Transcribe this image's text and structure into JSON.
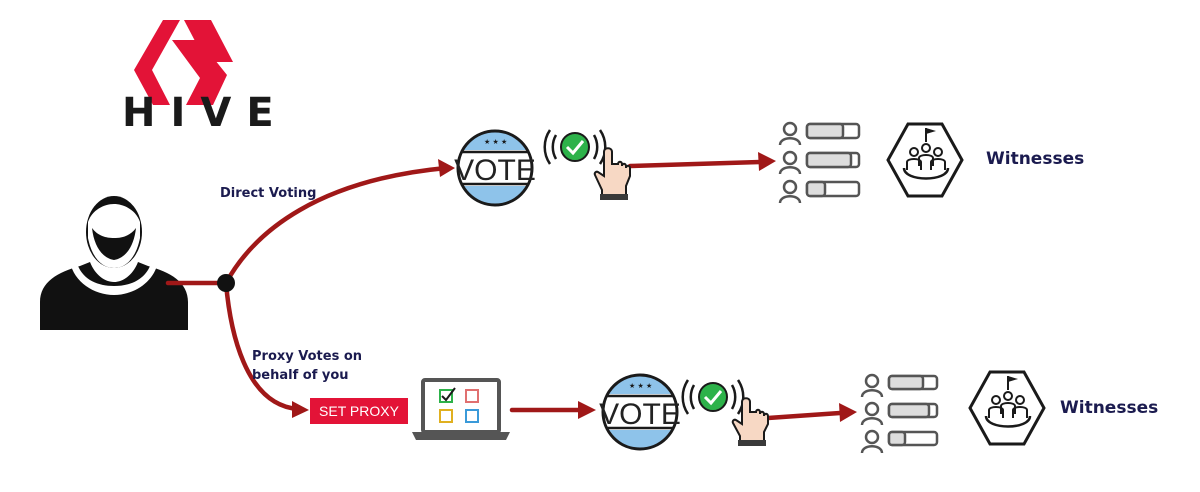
{
  "brand": {
    "name": "HIVE",
    "color": "#e31337"
  },
  "paths": {
    "direct_label": "Direct Voting",
    "proxy_label_line1": "Proxy Votes on",
    "proxy_label_line2": "behalf of you"
  },
  "proxy_button": {
    "label": "SET PROXY",
    "color": "#e31337"
  },
  "vote_badge": {
    "label": "VOTE"
  },
  "witnesses": {
    "top_label": "Witnesses",
    "bottom_label": "Witnesses"
  },
  "colors": {
    "arrow": "#a01818",
    "text": "#1b1b4f",
    "badge_blue": "#8ec3ea",
    "check": "#2db24a"
  }
}
